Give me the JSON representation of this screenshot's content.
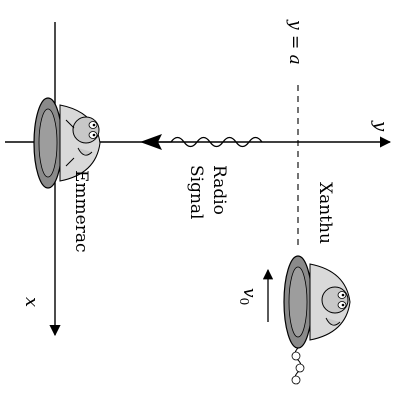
{
  "labels": {
    "y_axis": "y",
    "x_axis": "x",
    "line_label": "y = a",
    "velocity": "v",
    "velocity_sub": "0",
    "signal_word1": "Radio",
    "signal_word2": "Signal",
    "left_ship_name": "Emmerac",
    "right_ship_name": "Xanthu"
  },
  "colors": {
    "stroke": "#000000",
    "ship_body": "#8a8a8a",
    "ship_glass": "#d9d9d9",
    "alien_skin": "#c8c8c8",
    "exhaust": "#ffffff"
  }
}
